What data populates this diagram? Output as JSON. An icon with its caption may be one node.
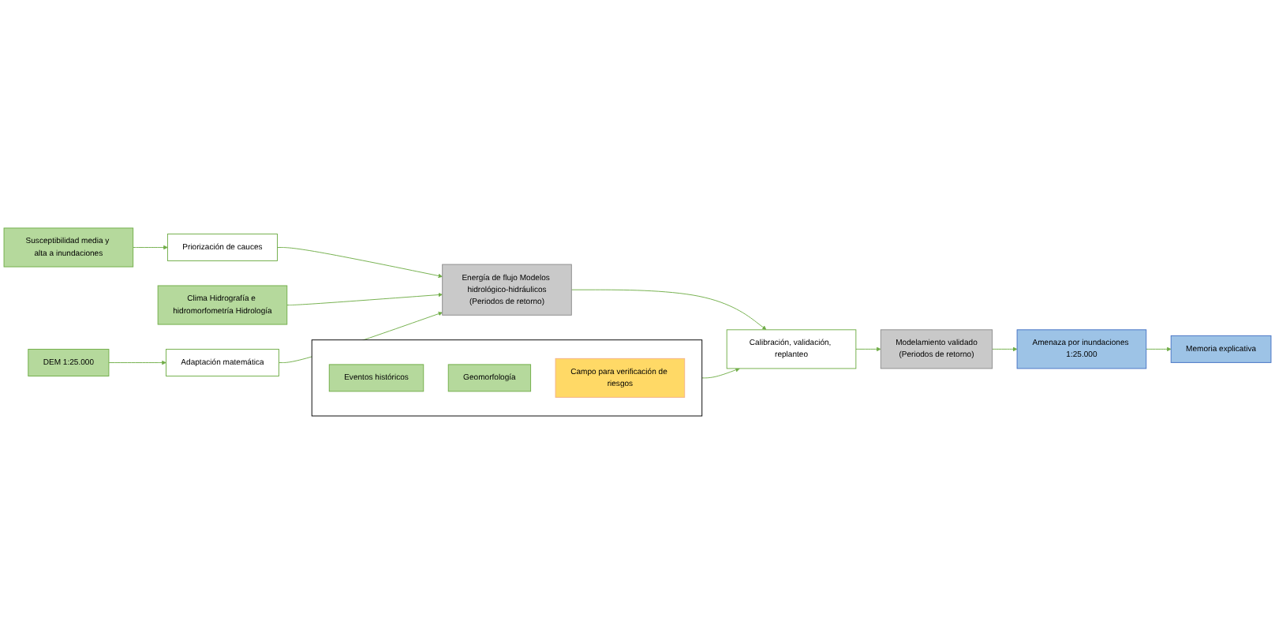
{
  "diagram": {
    "nodes": [
      {
        "text": [
          "Susceptibilidad media y alta a inundaciones"
        ]
      },
      {
        "text": [
          "Priorización de cauces"
        ]
      },
      {
        "text": [
          "Clima Hidrografía e hidromorfometría Hidrología"
        ]
      },
      {
        "text": [
          "Energía de flujo Modelos hidrológico-hidráulicos",
          "(Periodos de retorno)"
        ]
      },
      {
        "text": [],
        "shape": "box"
      },
      {
        "text": [
          "Eventos históricos"
        ],
        "in": 4
      },
      {
        "text": [
          "Geomorfología"
        ],
        "in": 4
      },
      {
        "text": [
          "Campo para verificación de riesgos"
        ],
        "in": 4
      },
      {
        "text": [
          "DEM 1:25.000"
        ]
      },
      {
        "text": [
          "Adaptación matemática"
        ]
      },
      {
        "text": [
          "Calibración, validación, replanteo"
        ]
      },
      {
        "text": [
          "Modelamiento validado",
          "(Periodos de retorno)"
        ]
      },
      {
        "text": [
          "Amenaza por inundaciones 1:25.000"
        ]
      },
      {
        "text": [
          "Memoria explicativa"
        ]
      }
    ],
    "edges": [
      {
        "from": 0,
        "to": 1,
        "arrow": "to"
      },
      {
        "from": 1,
        "to": 3,
        "arrow": "to"
      },
      {
        "from": 2,
        "to": 3,
        "arrow": "to"
      },
      {
        "from": 8,
        "to": 9,
        "arrow": "to"
      },
      {
        "from": 9,
        "to": 3,
        "arrow": "to"
      },
      {
        "from": 3,
        "to": 10,
        "arrow": "to"
      },
      {
        "from": 4,
        "to": 10,
        "arrow": "to"
      },
      {
        "from": 10,
        "to": 11,
        "arrow": "to"
      },
      {
        "from": 11,
        "to": 12,
        "arrow": "to"
      },
      {
        "from": 12,
        "to": 13,
        "arrow": "to"
      }
    ]
  }
}
